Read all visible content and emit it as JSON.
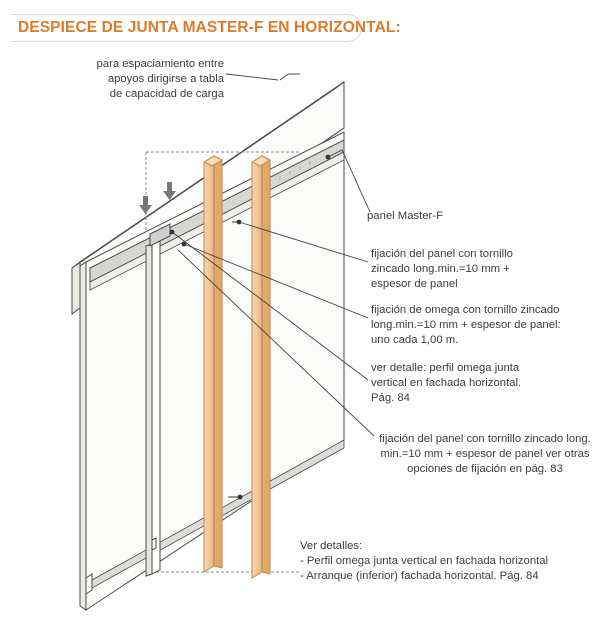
{
  "title": "DESPIECE DE JUNTA MASTER-F EN HORIZONTAL:",
  "colors": {
    "accent": "#e07a28",
    "panel_fill": "#fbfbf9",
    "panel_edge": "#4a4a4a",
    "wood_fill": "#f0c99d",
    "wood_edge": "#c8874a",
    "profile_fill": "#d0d0d0",
    "leader": "#444444"
  },
  "callouts": {
    "spacing_note": [
      "para espaciamiento entre",
      "apoyos dirigirse a tabla",
      "de capacidad de carga"
    ],
    "panel_name": [
      "panel Master-F"
    ],
    "panel_fixing": [
      "fijación del panel con tornillo",
      "zincado long.min.=10 mm +",
      "espesor de panel"
    ],
    "omega_fixing": [
      "fijación de omega con tornillo zincado",
      "long.min.=10 mm + espesor de panel:",
      "uno cada 1,00 m."
    ],
    "omega_detail": [
      "ver detalle: perfil omega junta",
      "vertical en fachada horizontal.",
      "Pág. 84"
    ],
    "panel_fixing_options": [
      "fijación del panel con tornillo zincado long.",
      "min.=10 mm + espesor de panel ver otras",
      "opciones de fijación en pág. 83"
    ]
  },
  "details": {
    "heading": "Ver detalles:",
    "items": [
      "- Perfil omega junta vertical en fachada horizontal",
      "- Arranque (inferior) fachada horizontal. Pág. 84"
    ]
  },
  "icons": {
    "insert_arrow_left": "arrow-down-icon",
    "insert_arrow_right": "arrow-down-icon"
  }
}
